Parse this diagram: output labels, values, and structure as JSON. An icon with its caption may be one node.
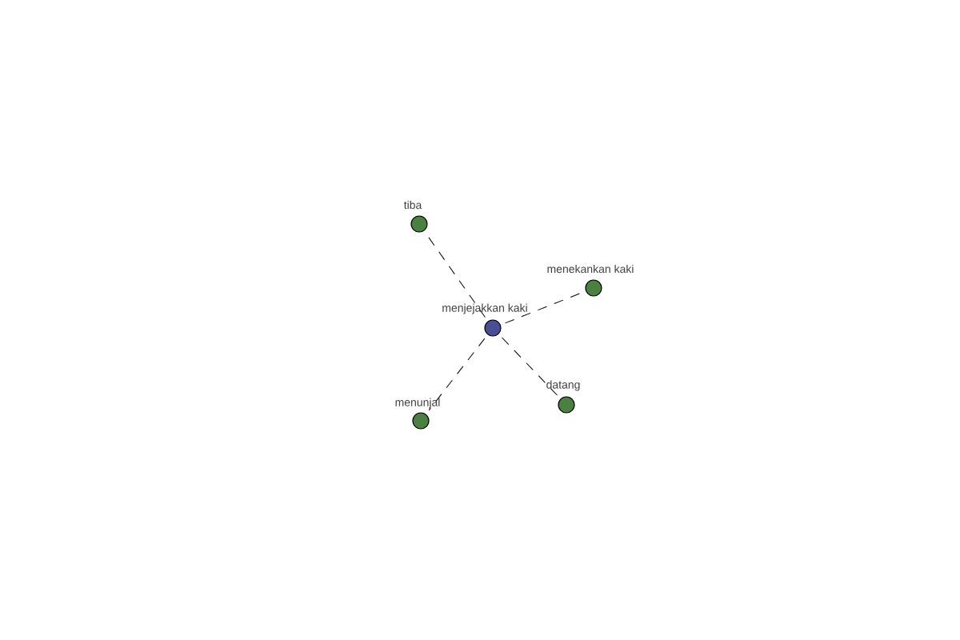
{
  "diagram": {
    "nodes": [
      {
        "text": [],
        "shape": "circle",
        "beside": [
          "tiba"
        ]
      },
      {
        "text": [],
        "shape": "circle",
        "beside": [
          "menekankan kaki"
        ]
      },
      {
        "text": [],
        "shape": "circle",
        "beside": [
          "menjejakkan kaki"
        ]
      },
      {
        "text": [],
        "shape": "circle",
        "beside": [
          "datang"
        ]
      },
      {
        "text": [],
        "shape": "circle",
        "beside": [
          "menunjal"
        ]
      }
    ],
    "edges": [
      {
        "from": 2,
        "to": 0,
        "arrow": "none",
        "style": "dashed"
      },
      {
        "from": 2,
        "to": 1,
        "arrow": "none",
        "style": "dashed"
      },
      {
        "from": 2,
        "to": 3,
        "arrow": "none",
        "style": "dashed"
      },
      {
        "from": 2,
        "to": 4,
        "arrow": "none",
        "style": "dashed"
      }
    ]
  }
}
